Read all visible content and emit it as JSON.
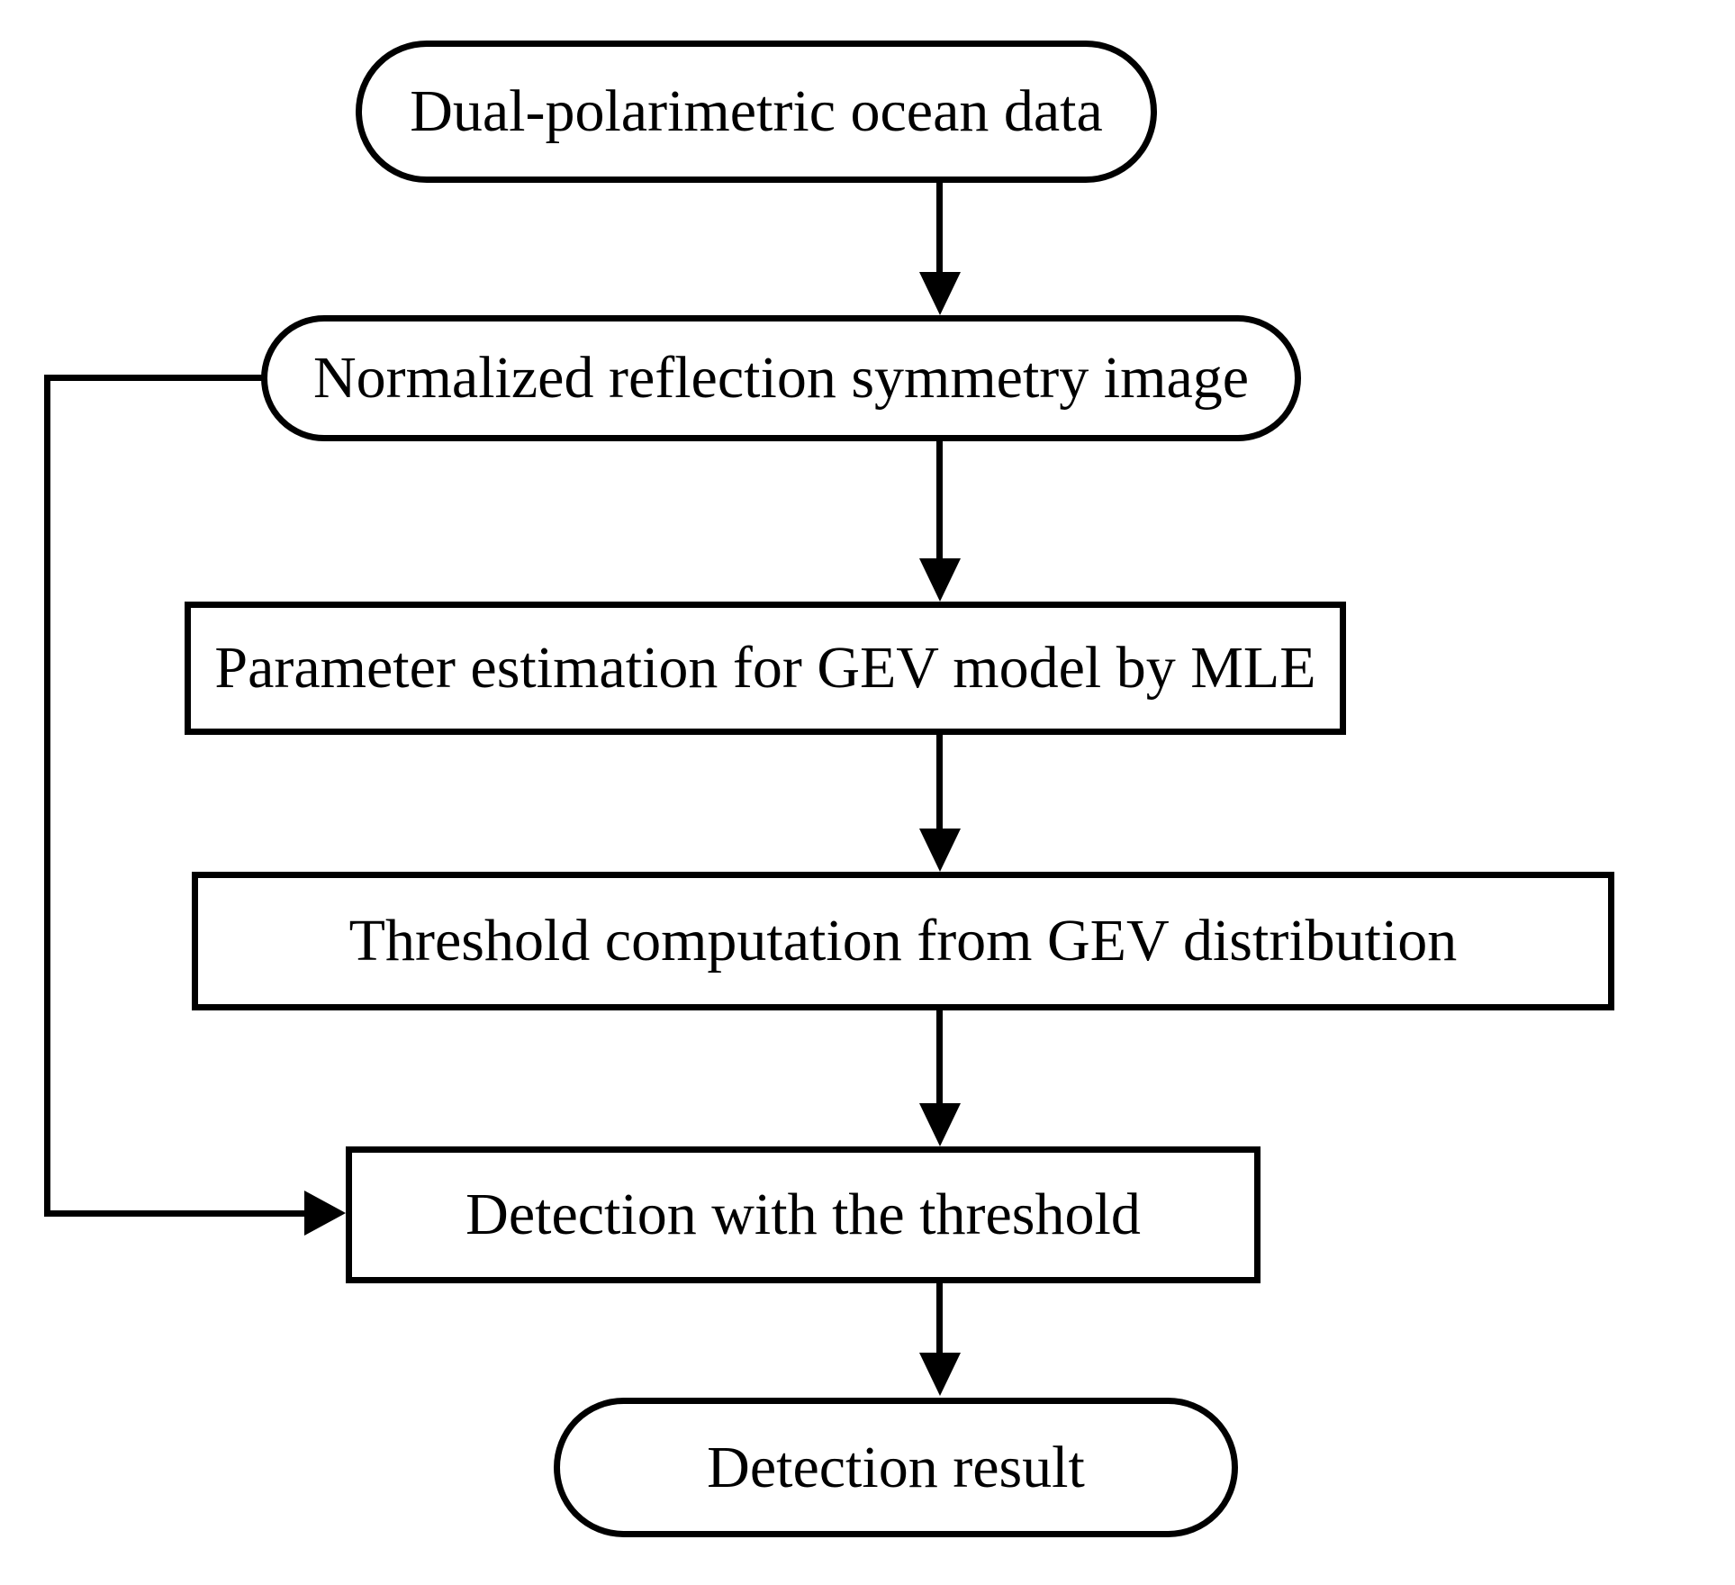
{
  "nodes": [
    {
      "id": "input-data",
      "shape": "stadium",
      "label": "Dual-polarimetric ocean data"
    },
    {
      "id": "symmetry-image",
      "shape": "stadium",
      "label": "Normalized reflection symmetry image"
    },
    {
      "id": "parameter-estimation",
      "shape": "rect",
      "label": "Parameter estimation for GEV model by MLE"
    },
    {
      "id": "threshold-computation",
      "shape": "rect",
      "label": "Threshold computation from GEV distribution"
    },
    {
      "id": "detection",
      "shape": "rect",
      "label": "Detection with the threshold"
    },
    {
      "id": "result",
      "shape": "stadium",
      "label": "Detection result"
    }
  ],
  "edges": [
    {
      "from": "input-data",
      "to": "symmetry-image",
      "type": "arrow-down"
    },
    {
      "from": "symmetry-image",
      "to": "parameter-estimation",
      "type": "arrow-down"
    },
    {
      "from": "parameter-estimation",
      "to": "threshold-computation",
      "type": "arrow-down"
    },
    {
      "from": "threshold-computation",
      "to": "detection",
      "type": "arrow-down"
    },
    {
      "from": "detection",
      "to": "result",
      "type": "arrow-down"
    },
    {
      "from": "symmetry-image",
      "to": "detection",
      "type": "feedback-left-side"
    }
  ],
  "colors": {
    "stroke": "#000000",
    "background": "#ffffff"
  }
}
